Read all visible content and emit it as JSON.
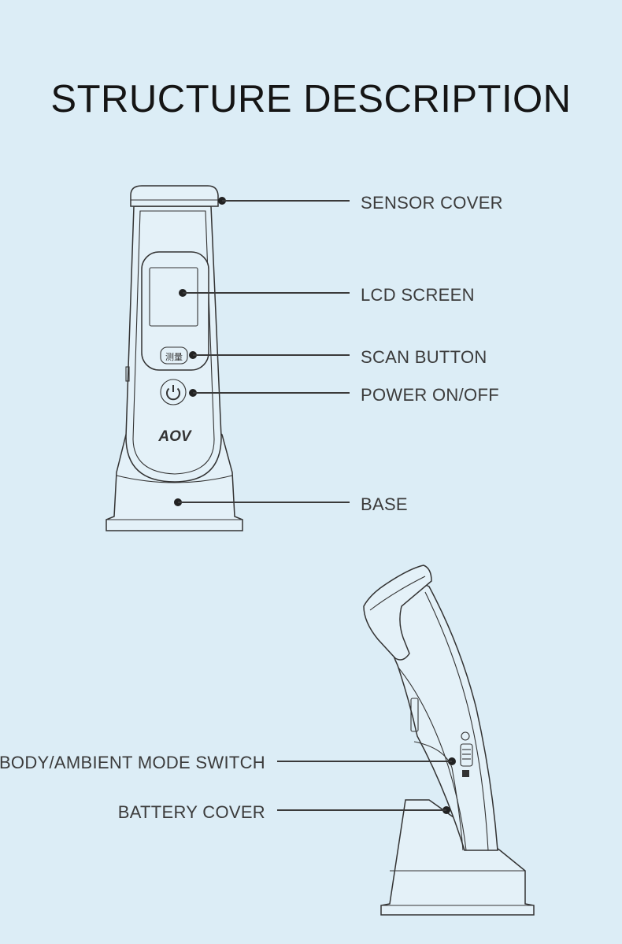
{
  "title": "STRUCTURE DESCRIPTION",
  "device": {
    "brand": "AOV",
    "scan_button_text": "测量"
  },
  "labels": {
    "sensor_cover": "SENSOR COVER",
    "lcd_screen": "LCD SCREEN",
    "scan_button": "SCAN BUTTON",
    "power": "POWER ON/OFF",
    "base": "BASE",
    "mode_switch": "BODY/AMBIENT MODE SWITCH",
    "battery_cover": "BATTERY COVER"
  }
}
